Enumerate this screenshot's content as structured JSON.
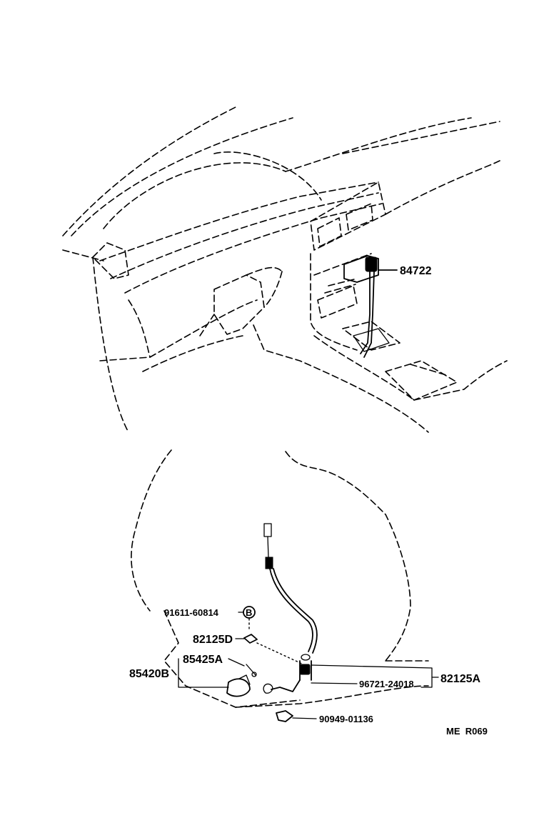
{
  "labels": {
    "part_84722": "84722",
    "part_91611_60814": "91611-60814",
    "part_82125D": "82125D",
    "part_85425A": "85425A",
    "part_85420B": "85420B",
    "part_82125A": "82125A",
    "part_96721_24018": "96721-24018",
    "part_90949_01136": "90949-01136",
    "bolt_marker": "B",
    "drawing_code": "ME  R069"
  }
}
